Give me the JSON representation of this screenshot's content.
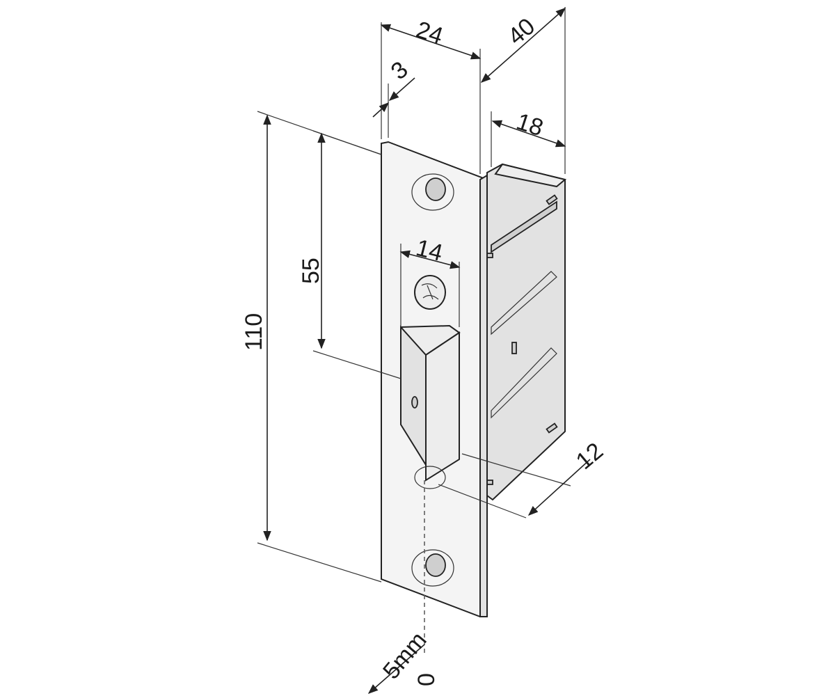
{
  "dimensions": {
    "width_24": "24",
    "depth_40": "40",
    "thickness_3": "3",
    "box_18": "18",
    "height_110": "110",
    "center_55": "55",
    "latch_14": "14",
    "offset_12": "12",
    "adjust_5mm": "5mm",
    "zero": "0"
  },
  "colors": {
    "line": "#222222",
    "plate_fill": "#f4f4f4",
    "background": "#ffffff"
  }
}
